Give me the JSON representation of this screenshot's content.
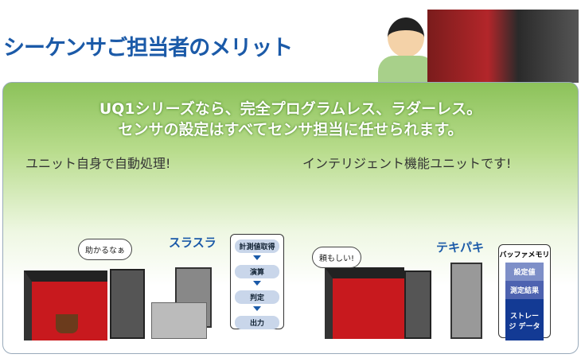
{
  "title": "シーケンサご担当者のメリット",
  "lead": {
    "line1": "UQ1シリーズなら、完全プログラムレス、ラダーレス。",
    "line2": "センサの設定はすべてセンサ担当に任せられます。"
  },
  "left": {
    "heading": "ユニット自身で自動処理!",
    "bubble": "助かるなぁ",
    "sfx": "スラスラ",
    "flow": [
      "計測値取得",
      "演算",
      "判定",
      "出力"
    ]
  },
  "right": {
    "heading": "インテリジェント機能ユニットです!",
    "bubble": "頼もしい!",
    "sfx": "テキパキ",
    "memory_title": "バッファメモリ",
    "memory": [
      "設定値",
      "測定結果",
      "ストレージ データ"
    ]
  }
}
